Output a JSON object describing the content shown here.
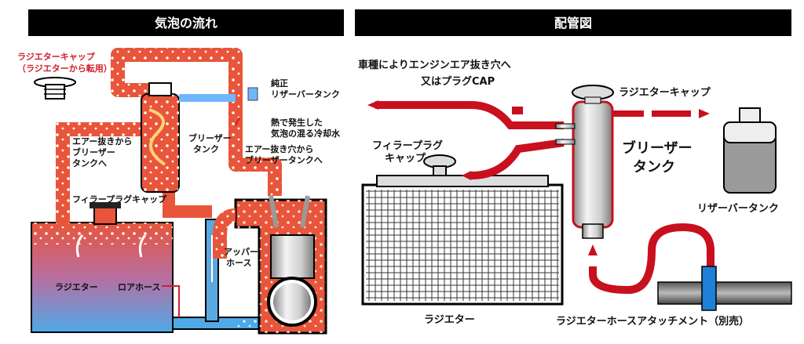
{
  "left": {
    "header": "気泡の流れ",
    "cap_label_1": "ラジエターキャップ",
    "cap_label_2": "（ラジエターから転用）",
    "reservoir_label_1": "純正",
    "reservoir_label_2": "リザーバータンク",
    "hot_label_1": "熱で発生した",
    "hot_label_2": "気泡の混る冷却水",
    "breather_label_1": "ブリーザー",
    "breather_label_2": "タンク",
    "air_left_1": "エアー抜きから",
    "air_left_2": "ブリーザー",
    "air_left_3": "タンクへ",
    "air_right_1": "エアー抜き穴から",
    "air_right_2": "ブリーザータンクへ",
    "filler_label": "フィラープラグキャップ",
    "upper_hose_1": "アッパー",
    "upper_hose_2": "ホース",
    "radiator_label": "ラジエター",
    "lower_hose_label": "ロアホース"
  },
  "right": {
    "header": "配管図",
    "engine_label_1": "車種によりエンジンエア抜き穴へ",
    "engine_label_2": "又はプラグCAP",
    "cap_label": "ラジエターキャップ",
    "filler_label_1": "フィラープラグ",
    "filler_label_2": "キャップ",
    "breather_label_1": "ブリーザー",
    "breather_label_2": "タンク",
    "reservoir_label": "リザーバータンク",
    "radiator_label": "ラジエター",
    "attachment_label": "ラジエターホースアタッチメント（別売）"
  }
}
